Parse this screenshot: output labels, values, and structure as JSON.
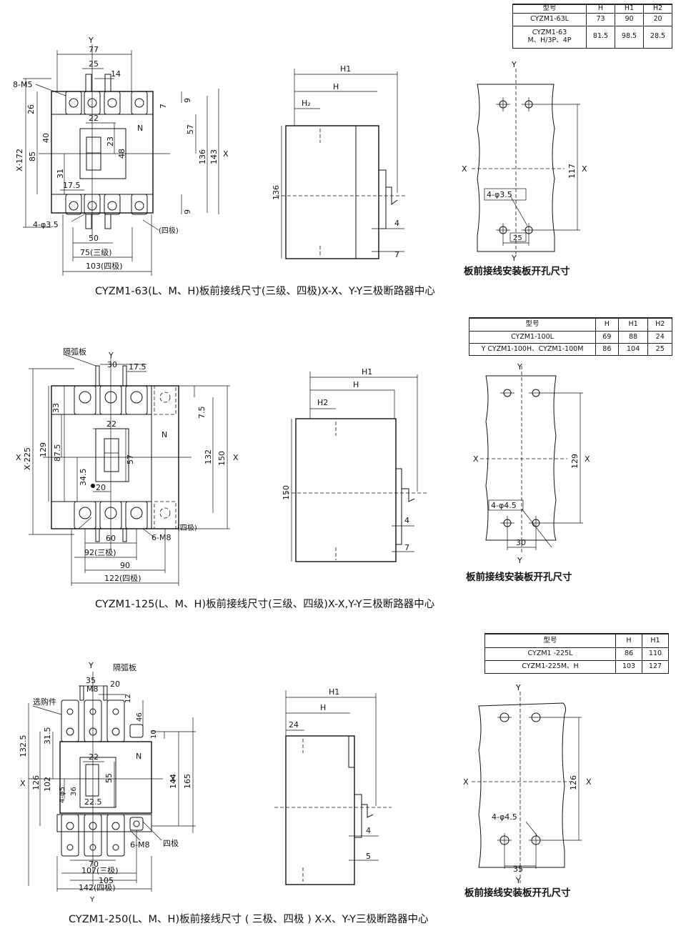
{
  "section1": {
    "caption": "CYZM1-63(L、M、H)板前接线尺寸(三级、四极)X-X、Y-Y三极断路器中心",
    "subcaption": "板前接线安装板开孔尺寸",
    "table": {
      "headers": [
        "型号",
        "H",
        "H1",
        "H2"
      ],
      "rows": [
        [
          "CYZM1-63L",
          "73",
          "90",
          "20"
        ],
        [
          "CYZM1-63\nM、H/3P、4P",
          "81.5",
          "98.5",
          "28.5"
        ]
      ]
    },
    "front_dims": {
      "Y": "Y",
      "w77": "77",
      "w25": "25",
      "w14": "14",
      "m5": "8-M5",
      "h26": "26",
      "h40": "40",
      "x172": "X·172",
      "h85": "85",
      "h31": "31",
      "w17_5": "17.5",
      "w22": "22",
      "h23": "23",
      "h48": "48",
      "h7": "7",
      "h9a": "9",
      "h57": "57",
      "h136": "136",
      "h143": "143",
      "X": "X",
      "N": "N",
      "h9b": "9",
      "hole": "4-φ3.5",
      "four": "(四极)",
      "w50": "50",
      "w75": "75(三级)",
      "w103": "103(四极)"
    },
    "side_dims": {
      "H1": "H1",
      "H": "H",
      "H2": "H₂",
      "h136": "136",
      "d4": "4",
      "d7": "7"
    },
    "panel_dims": {
      "Y": "Y",
      "X": "X",
      "h117": "117",
      "hole": "4-φ3.5",
      "w25": "25"
    }
  },
  "section2": {
    "caption": "CYZM1-125(L、M、H)板前接线尺寸(三级、四级)X-X,Y-Y三极断路器中心",
    "subcaption": "板前接线安装板开孔尺寸",
    "table": {
      "headers": [
        "型号",
        "H",
        "H1",
        "H2"
      ],
      "rows": [
        [
          "CYZM1-100L",
          "69",
          "88",
          "24"
        ],
        [
          "Y  CYZM1-100H、CYZM1-100M",
          "86",
          "104",
          "25"
        ]
      ]
    },
    "front_dims": {
      "arc": "隔弧板",
      "Y": "Y",
      "w30": "30",
      "w17_5": "17.5",
      "h33": "33",
      "X": "X",
      "x225": "X·225",
      "h129": "129",
      "h87_5": "87.5",
      "w22": "22",
      "h57": "57",
      "h34_5": "34.5",
      "w20": "20",
      "N": "N",
      "h7_5": "7.5",
      "h132": "132",
      "h150": "150",
      "four": "(四极)",
      "m8": "6-M8",
      "w60": "60",
      "w92": "92(三极)",
      "w90": "90",
      "w122": "122(四极)"
    },
    "side_dims": {
      "H1": "H1",
      "H": "H",
      "H2": "H2",
      "h150": "150",
      "d4": "4",
      "d7": "7"
    },
    "panel_dims": {
      "Y": "Y",
      "X": "X",
      "h129": "129",
      "hole": "4-φ4.5",
      "w30": "30"
    }
  },
  "section3": {
    "caption": "CYZM1-250(L、M、H)板前接线尺寸 ( 三极、四极 ) X-X、Y-Y三极断路器中心",
    "subcaption": "板前接线安装板开孔尺寸",
    "table": {
      "headers": [
        "型号",
        "H",
        "H1"
      ],
      "rows": [
        [
          "CYZM1 -225L",
          "86",
          "110"
        ],
        [
          "CYZM1-225M、H",
          "103",
          "127"
        ]
      ]
    },
    "front_dims": {
      "Y": "Y",
      "w35": "35",
      "m8": "M8",
      "w20": "20",
      "arc": "隔弧板",
      "opt": "选购件",
      "h12": "12",
      "h46": "46",
      "h10": "10",
      "h132_5": "132.5",
      "h31_5": "31.5",
      "w22": "22",
      "h126": "126",
      "h102": "102",
      "h55": "55",
      "N": "N",
      "X": "X",
      "h144": "144",
      "h165": "165",
      "hole": "4-φ5",
      "h36": "36",
      "w22_5": "22.5",
      "m8b": "6-M8",
      "four": "四极",
      "w70": "70",
      "w107": "107(三极)",
      "w105": "105",
      "w142": "142(四极)",
      "Ybot": "Y"
    },
    "side_dims": {
      "H1": "H1",
      "H": "H",
      "d24": "24",
      "d4": "4",
      "d5": "5"
    },
    "panel_dims": {
      "Y": "Y",
      "X": "X",
      "h126": "126",
      "hole": "4-φ4.5",
      "w35": "35"
    }
  }
}
